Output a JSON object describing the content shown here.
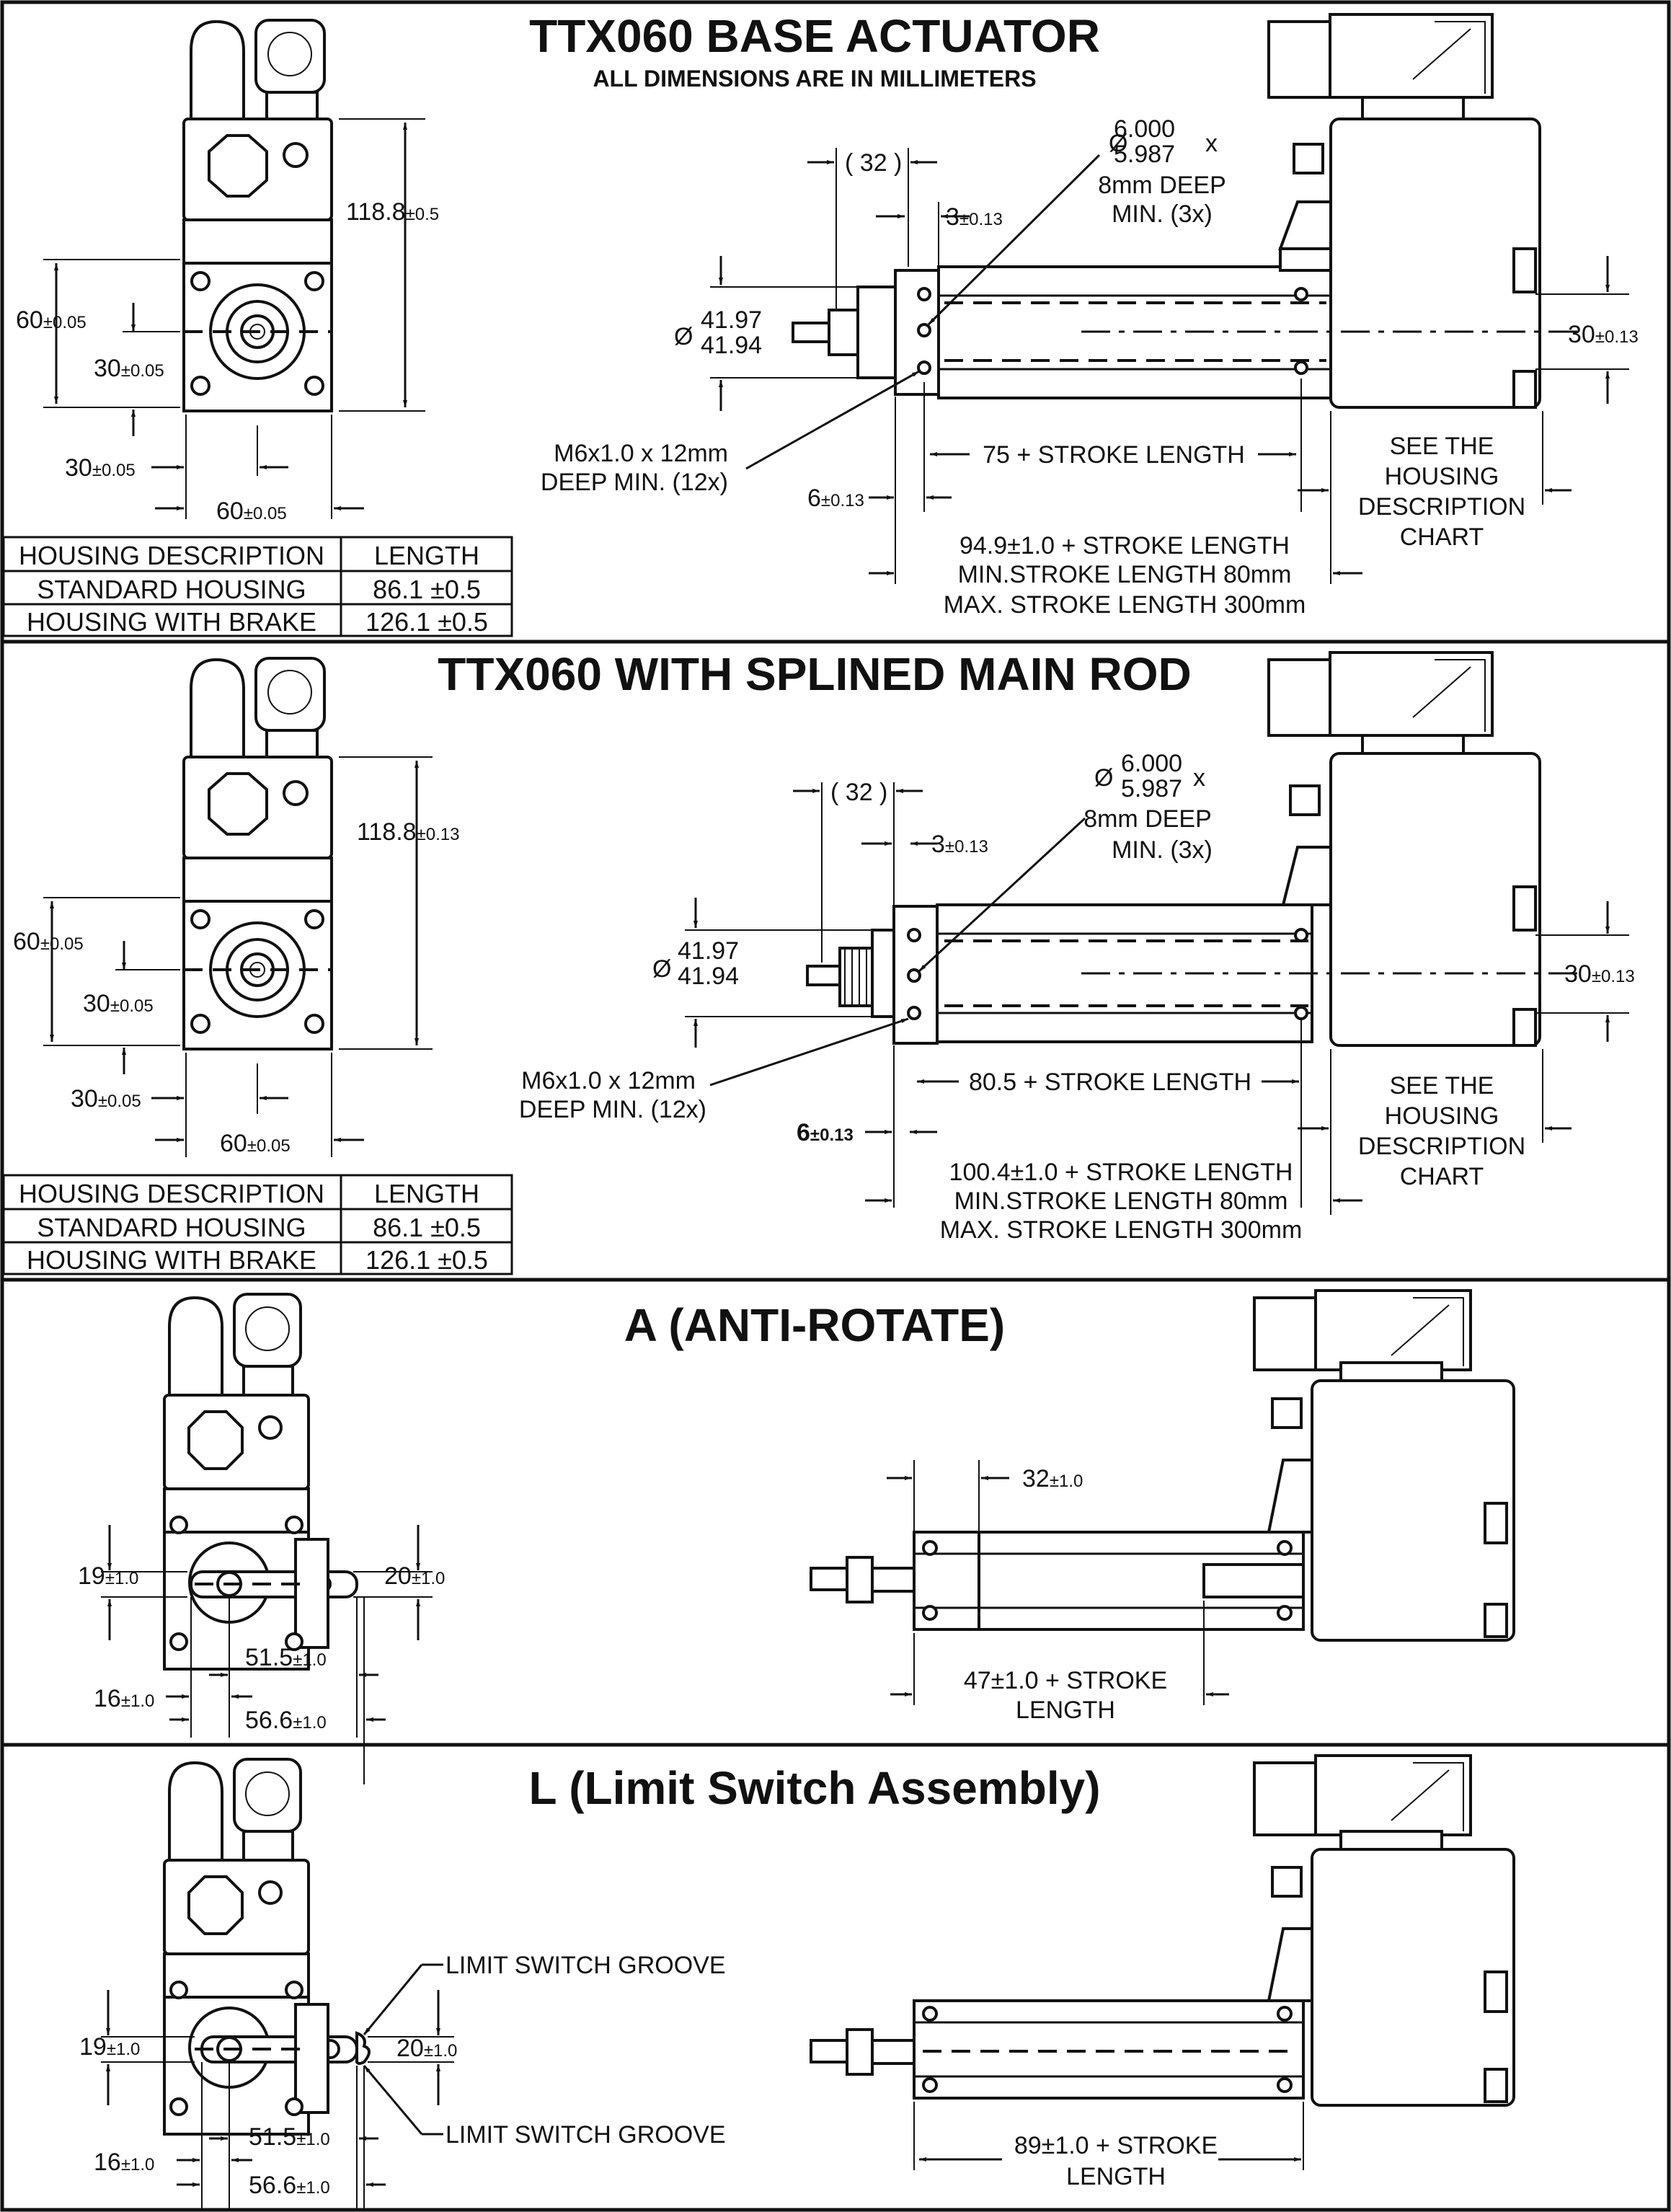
{
  "sections": [
    {
      "title": "TTX060 BASE ACTUATOR",
      "subtitle": "ALL DIMENSIONS ARE IN MILLIMETERS",
      "end_view": {
        "height": "118.8",
        "height_tol": "±0.5",
        "bolt_vert": "60",
        "bolt_vert_tol": "±0.05",
        "half_vert": "30",
        "half_vert_tol": "±0.05",
        "half_horz": "30",
        "half_horz_tol": "±0.05",
        "bolt_horz": "60",
        "bolt_horz_tol": "±0.05"
      },
      "side_view": {
        "rod_ext": "32",
        "pilot_depth": "3",
        "pilot_depth_tol": "±0.13",
        "pin_dia_top": "6.000",
        "pin_dia_bottom": "5.987",
        "pin_x": "x",
        "pin_depth": "8mm DEEP",
        "pin_count": "MIN. (3x)",
        "pilot_dia_top": "41.97",
        "pilot_dia_bottom": "41.94",
        "tap_line1": "M6x1.0 x 12mm",
        "tap_line2": "DEEP MIN. (12x)",
        "rail_length": "75 + STROKE LENGTH",
        "face_offset": "6",
        "face_offset_tol": "±0.13",
        "center": "30",
        "center_tol": "±0.13",
        "see_housing": [
          "SEE THE",
          "HOUSING",
          "DESCRIPTION",
          "CHART"
        ],
        "overall": [
          "94.9±1.0 + STROKE LENGTH",
          "MIN.STROKE LENGTH 80mm",
          "MAX. STROKE LENGTH 300mm"
        ]
      },
      "table": {
        "headers": [
          "HOUSING DESCRIPTION",
          "LENGTH"
        ],
        "rows": [
          [
            "STANDARD HOUSING",
            "86.1 ±0.5"
          ],
          [
            "HOUSING WITH BRAKE",
            "126.1 ±0.5"
          ]
        ]
      }
    },
    {
      "title": "TTX060 WITH SPLINED MAIN ROD",
      "end_view": {
        "height": "118.8",
        "height_tol": "±0.13",
        "bolt_vert": "60",
        "bolt_vert_tol": "±0.05",
        "half_vert": "30",
        "half_vert_tol": "±0.05",
        "half_horz": "30",
        "half_horz_tol": "±0.05",
        "bolt_horz": "60",
        "bolt_horz_tol": "±0.05"
      },
      "side_view": {
        "rod_ext": "32",
        "pilot_depth": "3",
        "pilot_depth_tol": "±0.13",
        "pin_dia_top": "6.000",
        "pin_dia_bottom": "5.987",
        "pin_x": "x",
        "pin_depth": "8mm DEEP",
        "pin_count": "MIN. (3x)",
        "pilot_dia_top": "41.97",
        "pilot_dia_bottom": "41.94",
        "tap_line1": "M6x1.0 x 12mm",
        "tap_line2": "DEEP MIN. (12x)",
        "rail_length": "80.5 + STROKE LENGTH",
        "face_offset": "6",
        "face_offset_tol": "±0.13",
        "center": "30",
        "center_tol": "±0.13",
        "see_housing": [
          "SEE THE",
          "HOUSING",
          "DESCRIPTION",
          "CHART"
        ],
        "overall": [
          "100.4±1.0 + STROKE LENGTH",
          "MIN.STROKE LENGTH 80mm",
          "MAX. STROKE LENGTH 300mm"
        ]
      },
      "table": {
        "headers": [
          "HOUSING DESCRIPTION",
          "LENGTH"
        ],
        "rows": [
          [
            "STANDARD HOUSING",
            "86.1 ±0.5"
          ],
          [
            "HOUSING WITH BRAKE",
            "126.1 ±0.5"
          ]
        ]
      }
    },
    {
      "title": "A (ANTI-ROTATE)",
      "end_view": {
        "left": "19",
        "left_tol": "±1.0",
        "right": "20",
        "right_tol": "±1.0",
        "offset": "16",
        "offset_tol": "±1.0",
        "arm": "51.5",
        "arm_tol": "±1.0",
        "overall": "56.6",
        "overall_tol": "±1.0"
      },
      "side_view": {
        "ext": "32",
        "ext_tol": "±1.0",
        "length_line1": "47±1.0 + STROKE",
        "length_line2": "LENGTH"
      }
    },
    {
      "title": "L (Limit Switch Assembly)",
      "end_view": {
        "left": "19",
        "left_tol": "±1.0",
        "right": "20",
        "right_tol": "±1.0",
        "offset": "16",
        "offset_tol": "±1.0",
        "arm": "51.5",
        "arm_tol": "±1.0",
        "overall": "56.6",
        "overall_tol": "±1.0",
        "groove_top": "LIMIT SWITCH GROOVE",
        "groove_bottom": "LIMIT SWITCH GROOVE"
      },
      "side_view": {
        "length_line1": "89±1.0 + STROKE",
        "length_line2": "LENGTH"
      }
    }
  ]
}
